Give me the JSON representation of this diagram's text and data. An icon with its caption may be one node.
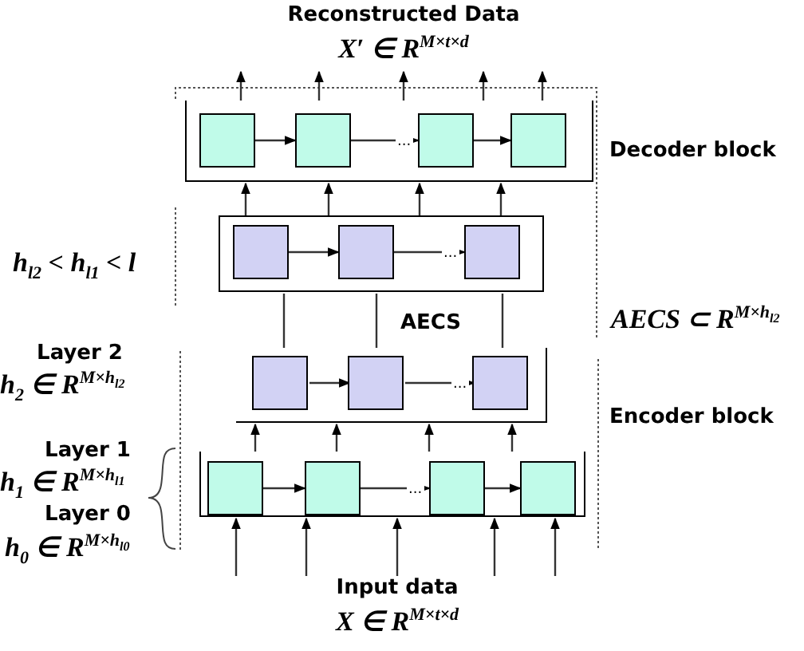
{
  "diagram": {
    "nodes": [
      {
        "text": [],
        "shape": "box"
      },
      {
        "text": [],
        "shape": "box",
        "in": 0
      },
      {
        "text": [],
        "shape": "box",
        "in": 0
      },
      {
        "text": [],
        "shape": "box",
        "in": 0
      },
      {
        "text": [],
        "shape": "box",
        "in": 0
      },
      {
        "text": [],
        "shape": "box"
      },
      {
        "text": [],
        "shape": "box",
        "in": 5
      },
      {
        "text": [],
        "shape": "box",
        "in": 5
      },
      {
        "text": [],
        "shape": "box",
        "in": 5
      },
      {
        "text": [],
        "shape": "box"
      },
      {
        "text": [],
        "shape": "box",
        "in": 9
      },
      {
        "text": [],
        "shape": "box",
        "in": 9
      },
      {
        "text": [],
        "shape": "box",
        "in": 9
      },
      {
        "text": [],
        "shape": "box"
      },
      {
        "text": [],
        "shape": "box",
        "in": 13
      },
      {
        "text": [],
        "shape": "box",
        "in": 13
      },
      {
        "text": [],
        "shape": "box",
        "in": 13
      },
      {
        "text": [],
        "shape": "box",
        "in": 13
      },
      {
        "text": [
          "Reconstructed Data",
          "X′ ∈ R$^{M×t×d}$"
        ]
      },
      {
        "text": [
          "Input data",
          "X ∈ R$^{M×t×d}$"
        ]
      }
    ],
    "edges": [
      {
        "from": 0,
        "to": 18,
        "arrow": "to"
      },
      {
        "from": 0,
        "to": 18,
        "arrow": "to"
      },
      {
        "from": 0,
        "to": 18,
        "arrow": "to"
      },
      {
        "from": 0,
        "to": 18,
        "arrow": "to"
      },
      {
        "from": 0,
        "to": 18,
        "arrow": "to"
      },
      {
        "from": 5,
        "to": 0,
        "arrow": "to"
      },
      {
        "from": 5,
        "to": 0,
        "arrow": "to"
      },
      {
        "from": 5,
        "to": 0,
        "arrow": "to"
      },
      {
        "from": 5,
        "to": 0,
        "arrow": "to"
      },
      {
        "from": 9,
        "to": 5,
        "arrow": "none"
      },
      {
        "from": 9,
        "to": 5,
        "arrow": "none"
      },
      {
        "from": 9,
        "to": 5,
        "arrow": "none"
      },
      {
        "from": 13,
        "to": 9,
        "arrow": "to"
      },
      {
        "from": 13,
        "to": 9,
        "arrow": "to"
      },
      {
        "from": 13,
        "to": 9,
        "arrow": "to"
      },
      {
        "from": 13,
        "to": 9,
        "arrow": "to"
      },
      {
        "from": null,
        "to": 13,
        "arrow": "to"
      },
      {
        "from": 19,
        "to": 13,
        "arrow": "to"
      },
      {
        "from": 19,
        "to": 13,
        "arrow": "to"
      },
      {
        "from": 19,
        "to": 13,
        "arrow": "to"
      },
      {
        "from": null,
        "to": 13,
        "arrow": "to"
      },
      {
        "from": 1,
        "to": 2,
        "arrow": "to"
      },
      {
        "from": 2,
        "to": 3,
        "arrow": "to",
        "label": "..."
      },
      {
        "from": 3,
        "to": 4,
        "arrow": "to"
      },
      {
        "from": 6,
        "to": 7,
        "arrow": "to"
      },
      {
        "from": 7,
        "to": 8,
        "arrow": "to",
        "label": "..."
      },
      {
        "from": 10,
        "to": 11,
        "arrow": "to"
      },
      {
        "from": 11,
        "to": 12,
        "arrow": "to",
        "label": "..."
      },
      {
        "from": 14,
        "to": 15,
        "arrow": "to"
      },
      {
        "from": 15,
        "to": 16,
        "arrow": "to",
        "label": "..."
      },
      {
        "from": 16,
        "to": 17,
        "arrow": "to"
      }
    ],
    "labels": [
      "Decoder block",
      "h$_{l2}$ < h$_{l1}$ < l",
      "AECS",
      "AECS ⊂ R$^{M×h}$$_{l2}$",
      "Layer 2",
      "h$_{2}$ ∈ R$^{M×h}$$_{l2}$",
      "Encoder block",
      "Layer 1",
      "h$_{1}$ ∈ R$^{M×h}$$_{l1}$",
      "Layer 0",
      "h$_{0}$ ∈ R$^{M×h}$$_{l0}$"
    ]
  }
}
